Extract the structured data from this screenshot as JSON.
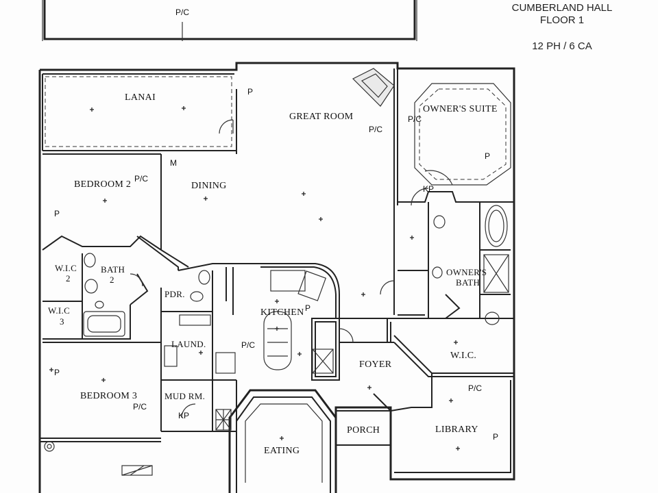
{
  "header": {
    "building": "CUMBERLAND HALL",
    "floor": "FLOOR 1",
    "counts": "12 PH / 6 CA"
  },
  "rooms": {
    "lanai": "LANAI",
    "great_room": "GREAT ROOM",
    "owners_suite": "OWNER'S SUITE",
    "bedroom2": "BEDROOM 2",
    "dining": "DINING",
    "wic_a": "W.I.C",
    "wic_a_num": "2",
    "bath2": "BATH",
    "bath2_num": "2",
    "wic_b": "W.I.C",
    "wic_b_num": "3",
    "pdr": "PDR.",
    "kitchen": "KITCHEN",
    "owners_bath_1": "OWNER'S",
    "owners_bath_2": "BATH",
    "laund": "LAUND.",
    "wic_owner": "W.I.C.",
    "foyer": "FOYER",
    "bedroom3": "BEDROOM 3",
    "mud_room": "MUD RM.",
    "porch": "PORCH",
    "library": "LIBRARY",
    "eating": "EATING"
  },
  "markers": {
    "pc": "P/C",
    "p": "P",
    "m": "M",
    "kp": "KP"
  }
}
